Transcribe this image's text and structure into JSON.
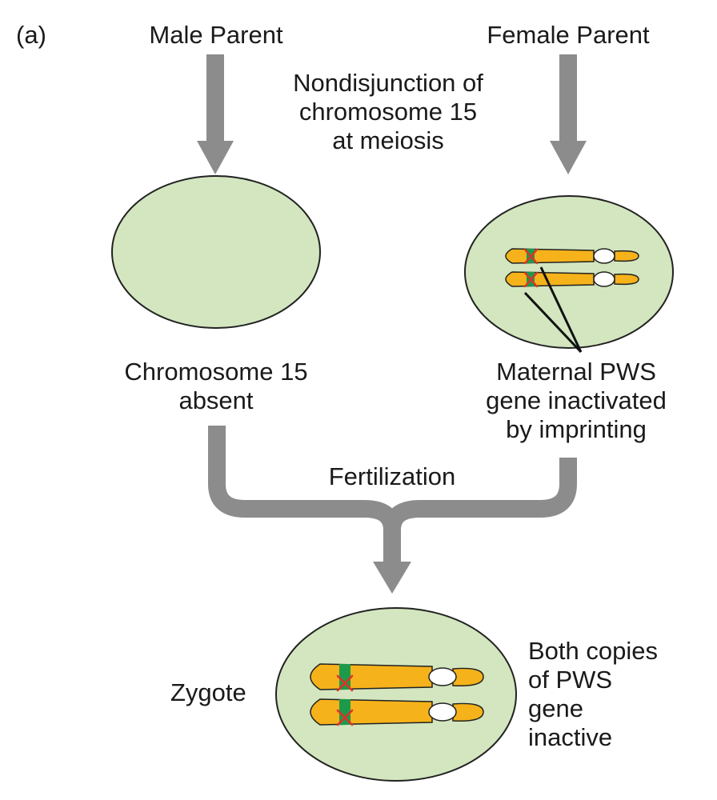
{
  "panel_label": "(a)",
  "labels": {
    "male_parent": "Male Parent",
    "female_parent": "Female Parent",
    "nondisjunction": [
      "Nondisjunction of",
      "chromosome 15",
      "at meiosis"
    ],
    "chromosome_absent": [
      "Chromosome 15",
      "absent"
    ],
    "maternal_inactivated": [
      "Maternal PWS",
      "gene inactivated",
      "by imprinting"
    ],
    "fertilization": "Fertilization",
    "zygote": "Zygote",
    "both_inactive": [
      "Both copies",
      "of PWS",
      "gene",
      "inactive"
    ]
  },
  "colors": {
    "arrow": "#8c8c8c",
    "cell_fill": "#d3e6bf",
    "cell_stroke": "#222222",
    "chromosome": "#f5b21a",
    "pws_gene": "#1c9a4a",
    "inactivation_mark": "#e0312a",
    "centromere": "#ffffff"
  },
  "icons": [
    "inactivated-gene-x-icon"
  ]
}
